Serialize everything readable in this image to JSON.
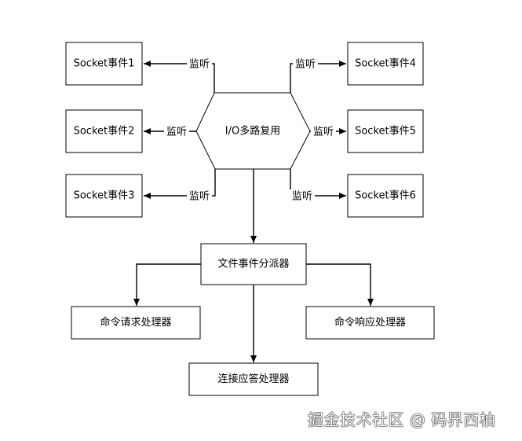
{
  "diagram": {
    "center_node": "I/O多路复用",
    "socket_events": [
      "Socket事件1",
      "Socket事件2",
      "Socket事件3",
      "Socket事件4",
      "Socket事件5",
      "Socket事件6"
    ],
    "listen_label": "监听",
    "dispatcher": "文件事件分派器",
    "handlers": {
      "command_request": "命令请求处理器",
      "command_response": "命令响应处理器",
      "connection_accept": "连接应答处理器"
    }
  },
  "watermark": "掘金技术社区 @ 码界西柚"
}
